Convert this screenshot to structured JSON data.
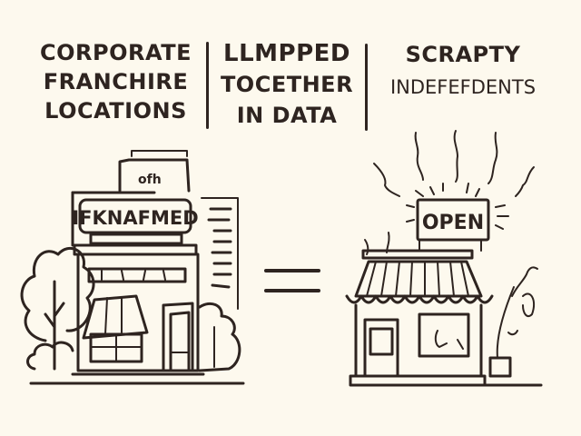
{
  "headings": {
    "left": {
      "lines": [
        "CORPORATE",
        "FRANCHIRE",
        "LOCATIONS"
      ]
    },
    "middle": {
      "lines": [
        "LLMPPED",
        "TOCETHER",
        "IN DATA"
      ]
    },
    "right": {
      "lines": [
        "SCRAPTY",
        "INDEFEFDENTS"
      ]
    }
  },
  "corporate_store": {
    "sign_label": "IFKNAFMED",
    "top_sign_label": "ofh"
  },
  "equals_symbol": "=",
  "independent_store": {
    "sign_label": "OPEN"
  },
  "colors": {
    "background": "#fdf9ee",
    "ink": "#2e2420"
  }
}
